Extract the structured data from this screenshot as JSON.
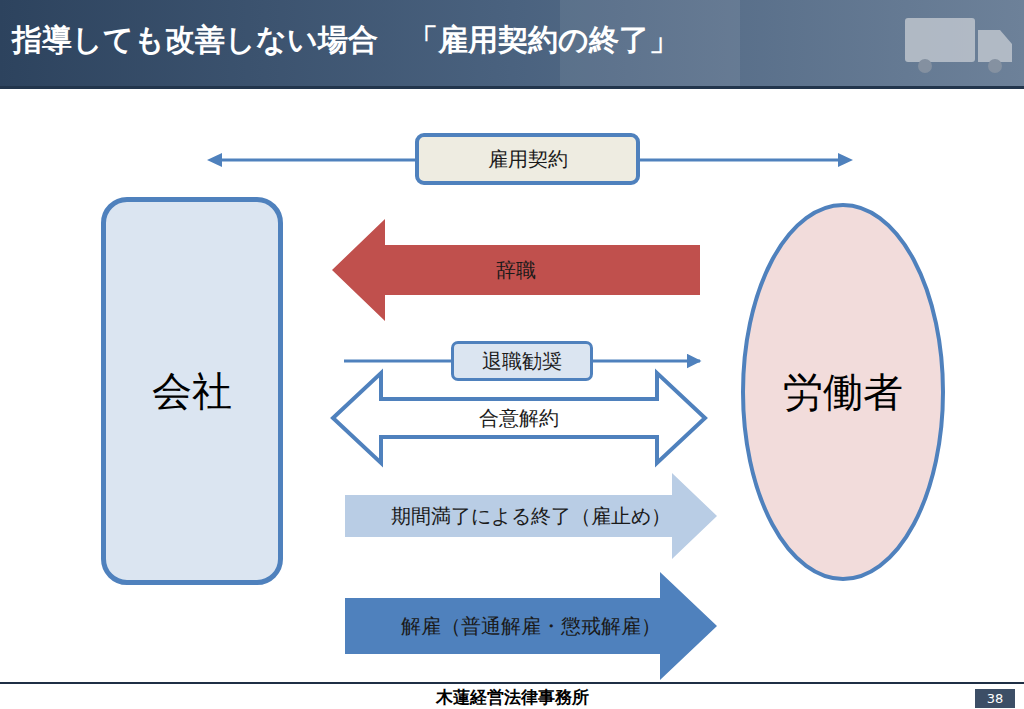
{
  "diagram": {
    "title": "指導しても改善しない場合　「雇用契約の終了」",
    "nodes": [
      {
        "text": [
          "会社"
        ]
      },
      {
        "text": [
          "労働者"
        ]
      }
    ],
    "edges": [
      {
        "from": 1,
        "to": 0,
        "arrow": "to",
        "label": "辞職"
      },
      {
        "from": 0,
        "to": 1,
        "arrow": "to",
        "label": "退職勧奨"
      },
      {
        "from": 0,
        "to": 1,
        "arrow": "both",
        "label": "合意解約"
      },
      {
        "from": 0,
        "to": 1,
        "arrow": "to",
        "label": "期間満了による終了（雇止め）"
      },
      {
        "from": 0,
        "to": 1,
        "arrow": "to",
        "label": "解雇（普通解雇・懲戒解雇）"
      }
    ],
    "labels": [
      "雇用契約",
      "木蓮経営法律事務所",
      "38"
    ]
  }
}
